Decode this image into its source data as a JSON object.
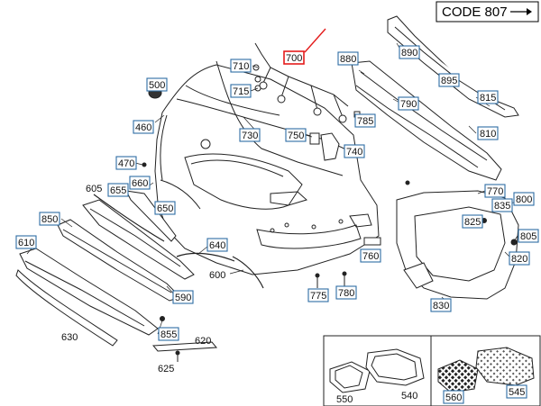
{
  "code_banner": "CODE 807",
  "labels": [
    {
      "id": "l700",
      "text": "700",
      "highlight": true,
      "boxed": true
    },
    {
      "id": "l710",
      "text": "710",
      "boxed": true
    },
    {
      "id": "l715",
      "text": "715",
      "boxed": true
    },
    {
      "id": "l500",
      "text": "500",
      "boxed": true
    },
    {
      "id": "l460",
      "text": "460",
      "boxed": true
    },
    {
      "id": "l730",
      "text": "730",
      "boxed": true
    },
    {
      "id": "l750",
      "text": "750",
      "boxed": true
    },
    {
      "id": "l740",
      "text": "740",
      "boxed": true
    },
    {
      "id": "l880",
      "text": "880",
      "boxed": true
    },
    {
      "id": "l890",
      "text": "890",
      "boxed": true
    },
    {
      "id": "l895",
      "text": "895",
      "boxed": true
    },
    {
      "id": "l815",
      "text": "815",
      "boxed": true
    },
    {
      "id": "l790",
      "text": "790",
      "boxed": true
    },
    {
      "id": "l785",
      "text": "785",
      "boxed": true
    },
    {
      "id": "l810",
      "text": "810",
      "boxed": true
    },
    {
      "id": "l470",
      "text": "470",
      "boxed": true
    },
    {
      "id": "l605",
      "text": "605",
      "boxed": false
    },
    {
      "id": "l655",
      "text": "655",
      "boxed": true
    },
    {
      "id": "l660",
      "text": "660",
      "boxed": true
    },
    {
      "id": "l650",
      "text": "650",
      "boxed": true
    },
    {
      "id": "l850",
      "text": "850",
      "boxed": true
    },
    {
      "id": "l610",
      "text": "610",
      "boxed": true
    },
    {
      "id": "l640",
      "text": "640",
      "boxed": true
    },
    {
      "id": "l600",
      "text": "600",
      "boxed": false
    },
    {
      "id": "l590",
      "text": "590",
      "boxed": true
    },
    {
      "id": "l770",
      "text": "770",
      "boxed": true
    },
    {
      "id": "l800",
      "text": "800",
      "boxed": true
    },
    {
      "id": "l835",
      "text": "835",
      "boxed": true
    },
    {
      "id": "l825",
      "text": "825",
      "boxed": true
    },
    {
      "id": "l805",
      "text": "805",
      "boxed": true
    },
    {
      "id": "l760",
      "text": "760",
      "boxed": true
    },
    {
      "id": "l820",
      "text": "820",
      "boxed": true
    },
    {
      "id": "l775",
      "text": "775",
      "boxed": true
    },
    {
      "id": "l780",
      "text": "780",
      "boxed": true
    },
    {
      "id": "l830",
      "text": "830",
      "boxed": true
    },
    {
      "id": "l630",
      "text": "630",
      "boxed": false
    },
    {
      "id": "l855",
      "text": "855",
      "boxed": true
    },
    {
      "id": "l620",
      "text": "620",
      "boxed": false
    },
    {
      "id": "l625",
      "text": "625",
      "boxed": false
    },
    {
      "id": "l550",
      "text": "550",
      "boxed": false
    },
    {
      "id": "l540",
      "text": "540",
      "boxed": false
    },
    {
      "id": "l560",
      "text": "560",
      "boxed": true
    },
    {
      "id": "l545",
      "text": "545",
      "boxed": true
    }
  ],
  "colors": {
    "label_box": "#2e6da4",
    "highlight_box": "#e41c1c",
    "line": "#222222",
    "fill": "#ffffff"
  }
}
